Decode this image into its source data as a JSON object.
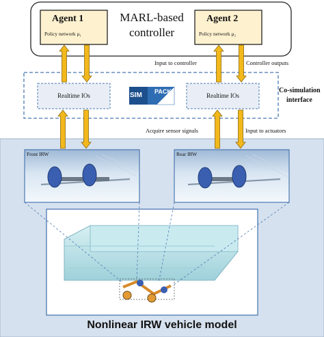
{
  "controller": {
    "title_line1": "MARL-based",
    "title_line2": "controller",
    "agents": [
      {
        "name": "Agent 1",
        "policy": "Policy network μ₁"
      },
      {
        "name": "Agent 2",
        "policy": "Policy network μ₂"
      }
    ]
  },
  "cosim": {
    "io_left": "Realtime IOs",
    "io_right": "Realtime IOs",
    "label_line1": "Co-simulation",
    "label_line2": "interface",
    "logo_left": "SIM",
    "logo_right": "PACK"
  },
  "signals": {
    "input_to_controller": "Input to controller",
    "controller_outputs": "Controller outputs",
    "acquire_sensor_signals": "Acquire sensor signals",
    "input_to_actuators": "Input to actuators"
  },
  "vehicle": {
    "front_label": "Front IRW",
    "rear_label": "Rear IRW",
    "model_title": "Nonlinear IRW vehicle model"
  },
  "colors": {
    "agent_fill": "#fdf1cf",
    "arrow_fill": "#f2b81c",
    "dashed_border": "#4a78b0",
    "io_fill": "#e9eef6",
    "vehicle_bg": "#d6e1ef",
    "panel_top": "#bcd0e4",
    "wheel": "#3a5fb0",
    "car_body": "#bfe6ec",
    "bogie": "#d68a2a"
  }
}
